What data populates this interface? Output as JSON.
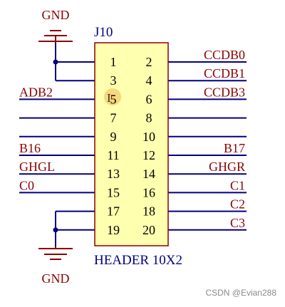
{
  "component": {
    "designator": "J10",
    "value": "HEADER 10X2",
    "left_pins": [
      "1",
      "3",
      "5",
      "7",
      "9",
      "11",
      "13",
      "15",
      "17",
      "19"
    ],
    "right_pins": [
      "2",
      "4",
      "6",
      "8",
      "10",
      "12",
      "14",
      "16",
      "18",
      "20"
    ]
  },
  "power": {
    "top_label": "GND",
    "bottom_label": "GND"
  },
  "left_nets": [
    "",
    "",
    "ADB2",
    "",
    "",
    "B16",
    "GHGL",
    "C0",
    "",
    ""
  ],
  "right_nets": [
    "CCDB0",
    "CCDB1",
    "CCDB3",
    "",
    "",
    "B17",
    "GHGR",
    "C1",
    "C2",
    "C3"
  ],
  "watermark": "CSDN @Evian288",
  "colors": {
    "wire": "#000080",
    "net_label": "#8B0000",
    "body_fill": "#FFFFB0",
    "body_stroke": "#8B0000",
    "power_symbol": "#8B0000",
    "power_label": "#8B0000",
    "designator": "#000080",
    "value": "#000080",
    "pin_number": "#000000",
    "cursor_highlight": "#F0B850"
  }
}
